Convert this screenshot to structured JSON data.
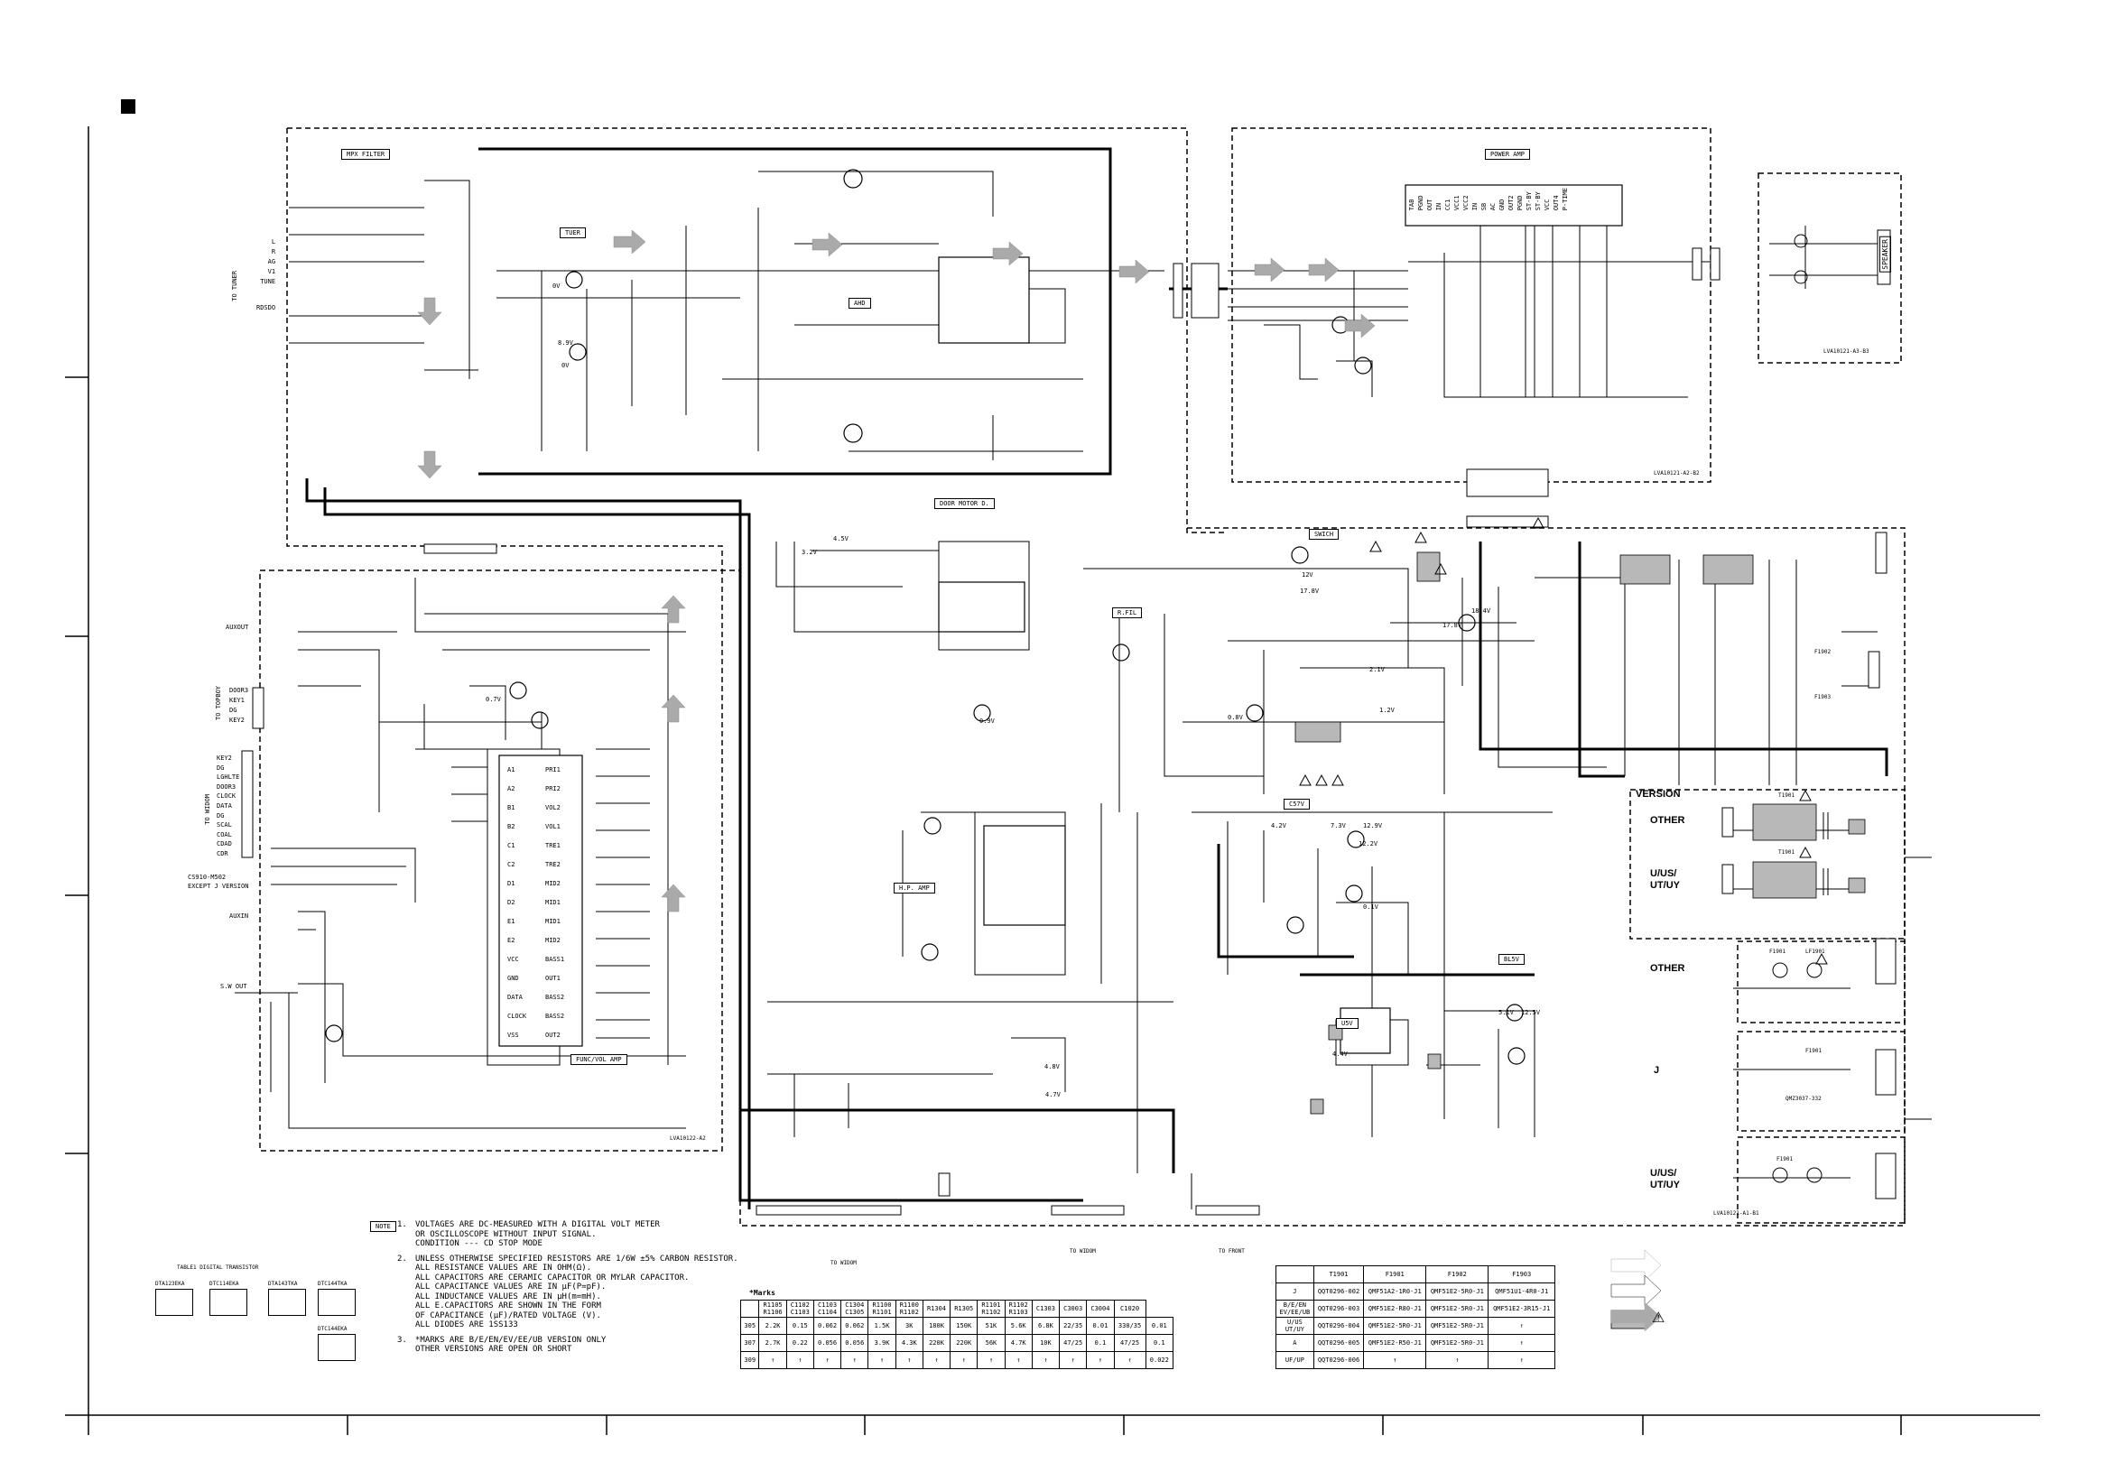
{
  "blocks": {
    "mpx_filter": "MPX FILTER",
    "tuner": "TUER",
    "power_amp": "POWER AMP",
    "door_motor": "DOOR MOTOR D.",
    "switch": "SWICH",
    "r_fil": "R.FIL",
    "c5v": "C57V",
    "h_p_amp": "H.P. AMP",
    "b_5v": "BL5V",
    "u5v": "U5V",
    "func_vol_amp": "FUNC/VOL AMP",
    "ahd": "AHD",
    "speaker": "SPEAKER"
  },
  "pcb": {
    "main_a2": "LVA10122-A2",
    "main_a1": "LVA10121-A1-B1",
    "power_a2": "LVA10121-A2-B2",
    "spk": "LVA10121-A3-B3"
  },
  "connector_labels": {
    "to_tuner": "TO TUNER",
    "to_topboy": "TO TOPBOY",
    "to_widom_left": "TO WIDOM",
    "to_widom_bottom": "TO WIDOM",
    "to_widom_mid": "TO WIDOM",
    "to_front": "TO FRONT",
    "auxout": "AUXOUT",
    "auxin": "AUXIN",
    "sw_out": "S.W OUT",
    "cs910_note_1": "CS910-M502",
    "cs910_note_2": "EXCEPT J VERSION"
  },
  "tuner_pins": [
    "L",
    "R",
    "AG",
    "V1",
    "TUNE",
    "RDSDO"
  ],
  "topboy_pins": [
    "DOOR3",
    "KEY1",
    "DG",
    "KEY2"
  ],
  "widom_pins": [
    "KEY2",
    "DG",
    "LGHLTE",
    "DOOR3",
    "CLOCK",
    "DATA",
    "DG",
    "SCAL",
    "COAL",
    "CDAD",
    "CDR"
  ],
  "ic_pins_left": [
    "A1",
    "A2",
    "B1",
    "B2",
    "C1",
    "C2",
    "D1",
    "D2",
    "E1",
    "E2",
    "VCC",
    "GND",
    "DATA",
    "CLOCK",
    "VSS"
  ],
  "ic_pins_right": [
    "PRI1",
    "PRI2",
    "VOL2",
    "VOL1",
    "TRE1",
    "TRE2",
    "MID2",
    "MID1",
    "MID1",
    "MID2",
    "BASS1",
    "OUT1",
    "BASS2",
    "BASS2",
    "OUT2"
  ],
  "power_amp_pins": [
    "TAB",
    "PGND",
    "OUT",
    "IN",
    "CC1",
    "VCC1",
    "VCC2",
    "IN",
    "SB",
    "AC",
    "GND",
    "OUT2",
    "PGND",
    "ST-BY",
    "ST-BY",
    "VCC",
    "OUT4",
    "P-TIME"
  ],
  "versions": {
    "header": "VERSION",
    "v1": "OTHER",
    "v2": "U/US/\nUT/UY",
    "v3": "OTHER",
    "v4": "J",
    "v5": "U/US/\nUT/UY"
  },
  "version_parts": {
    "t1": "T1901",
    "t2": "T1901",
    "f1": "F1901",
    "f2": "F1901",
    "lf1": "LF1901",
    "f3": "F1901",
    "dual_fuse": "F1902",
    "dual_fuse_2": "F1903",
    "j_part": "QMZ3037-332"
  },
  "notes": {
    "badge": "NOTE",
    "n1_no": "1.",
    "n1": "VOLTAGES ARE DC-MEASURED WITH A DIGITAL VOLT METER\nOR OSCILLOSCOPE WITHOUT INPUT SIGNAL.\nCONDITION --- CD STOP MODE",
    "n2_no": "2.",
    "n2": "UNLESS OTHERWISE SPECIFIED RESISTORS ARE 1/6W ±5% CARBON RESISTOR.\nALL RESISTANCE VALUES ARE IN OHM(Ω).\nALL CAPACITORS ARE CERAMIC CAPACITOR OR MYLAR CAPACITOR.\nALL CAPACITANCE VALUES ARE IN μF(P=pF).\nALL INDUCTANCE VALUES ARE IN μH(m=mH).\nALL E.CAPACITORS ARE SHOWN IN THE FORM\nOF CAPACITANCE (μF)/RATED VOLTAGE (V).\nALL DIODES ARE 1SS133",
    "n3_no": "3.",
    "n3": "*MARKS ARE B/E/EN/EV/EE/UB VERSION ONLY\nOTHER VERSIONS ARE OPEN OR SHORT"
  },
  "transistor_table": {
    "title": "TABLE1 DIGITAL TRANSISTOR",
    "parts": [
      "DTA123EKA",
      "DTC114EKA",
      "DTA143TKA",
      "DTC144TKA",
      "DTC144EKA"
    ]
  },
  "marks_table": {
    "title": "*Marks",
    "header": [
      "",
      "R1105\nR1106",
      "C1102\nC1103",
      "C1103\nC1104",
      "C1304\nC1305",
      "R1100\nR1101",
      "R1100\nR1102",
      "R1304",
      "R1305",
      "R1101\nR1102",
      "R1102\nR1103",
      "C1303",
      "C3003",
      "C3004",
      "C1020"
    ],
    "rows": [
      [
        "305",
        "2.2K",
        "0.15",
        "0.062",
        "0.062",
        "1.5K",
        "3K",
        "180K",
        "150K",
        "51K",
        "5.6K",
        "6.8K",
        "22/35",
        "0.01",
        "330/35",
        "0.01"
      ],
      [
        "307",
        "2.7K",
        "0.22",
        "0.056",
        "0.056",
        "3.9K",
        "4.3K",
        "220K",
        "220K",
        "56K",
        "4.7K",
        "10K",
        "47/25",
        "0.1",
        "47/25",
        "0.1"
      ],
      [
        "309",
        "↑",
        "↑",
        "↑",
        "↑",
        "↑",
        "↑",
        "↑",
        "↑",
        "↑",
        "↑",
        "↑",
        "↑",
        "↑",
        "↑",
        "0.022"
      ]
    ]
  },
  "version_table": {
    "header": [
      "",
      "T1901",
      "F1901",
      "F1902",
      "F1903"
    ],
    "rows": [
      [
        "J",
        "QQT0296-002",
        "QMF51A2-1R0-J1",
        "QMF51E2-5R0-J1",
        "QMF51U1-4R0-J1"
      ],
      [
        "B/E/EN\nEV/EE/UB",
        "QQT0296-003",
        "QMF51E2-R80-J1",
        "QMF51E2-5R0-J1",
        "QMF51E2-3R15-J1"
      ],
      [
        "U/US\nUT/UY",
        "QQT0296-004",
        "QMF51E2-5R0-J1",
        "QMF51E2-5R0-J1",
        "↑"
      ],
      [
        "A",
        "QQT0296-005",
        "QMF51E2-R50-J1",
        "QMF51E2-5R0-J1",
        "↑"
      ],
      [
        "UF/UP",
        "QQT0296-006",
        "↑",
        "↑",
        "↑"
      ]
    ]
  },
  "legend": {
    "warn": "⚠"
  },
  "voltages": {
    "v1": "0V",
    "v2": "8.9V",
    "v3": "0V",
    "v4": "12V",
    "v5": "17.8V",
    "v6": "18.4V",
    "v7": "17.8V",
    "v8": "0.8V",
    "v9": "4.2V",
    "v10": "12.9V",
    "v11": "12.2V",
    "v12": "7.3V",
    "v13": "0.1V",
    "v14": "2.1V",
    "v15": "1.2V",
    "v16": "4.8V",
    "v17": "4.7V",
    "v18": "3.2V",
    "v19": "4.5V",
    "v20": "5.1V",
    "v21": "12.5V",
    "v22": "0.7V",
    "v23": "4.4V",
    "v24": "0.9V"
  },
  "colors": {
    "line": "#000000",
    "light_line": "#999999",
    "arrow": "#aaaaaa",
    "highlight": "#b8b8b8"
  }
}
